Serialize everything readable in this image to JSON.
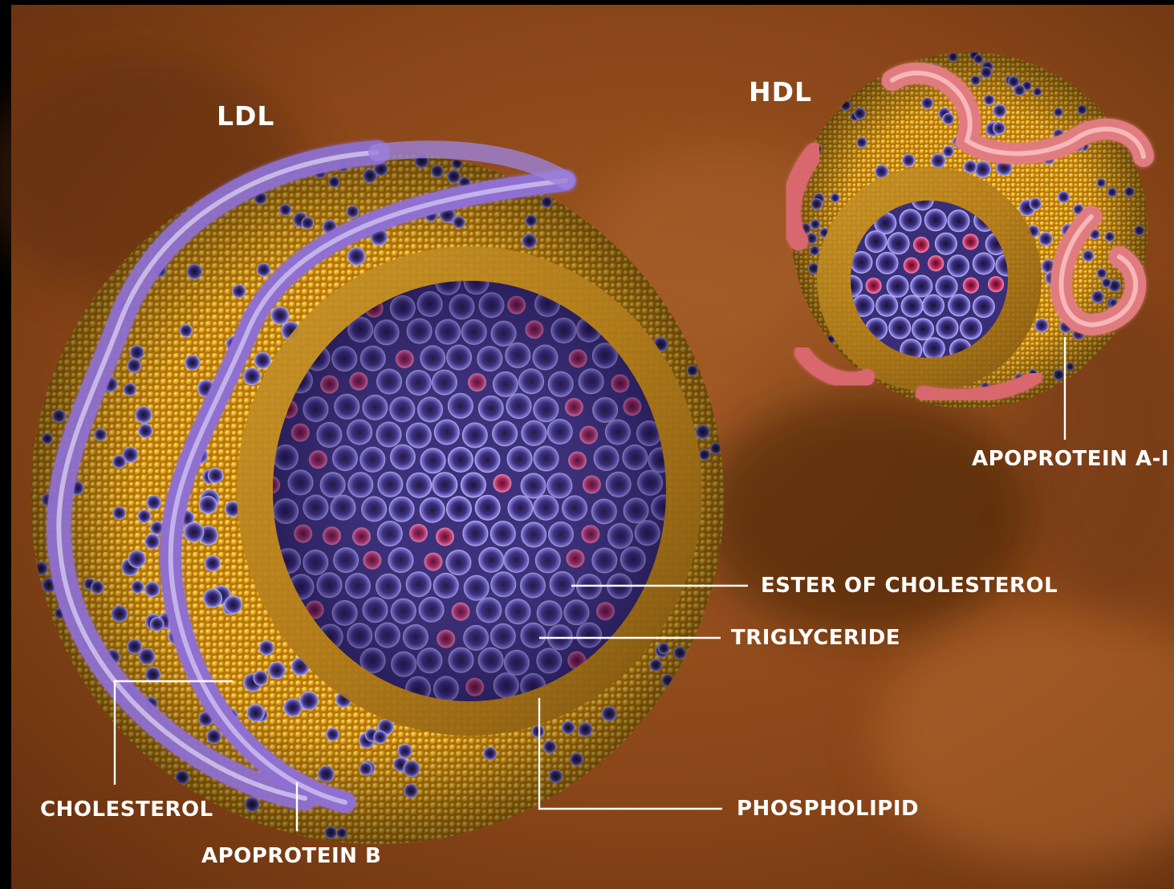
{
  "particles": {
    "ldl": {
      "title": "LDL",
      "labels": {
        "ester_of_cholesterol": "ESTER OF CHOLESTEROL",
        "triglyceride": "TRIGLYCERIDE",
        "phospholipid": "PHOSPHOLIPID",
        "cholesterol": "CHOLESTEROL",
        "apoprotein_b": "APOPROTEIN B"
      }
    },
    "hdl": {
      "title": "HDL",
      "labels": {
        "apoprotein_a1": "APOPROTEIN A-I"
      }
    }
  },
  "colors": {
    "background": "#8a4a1e",
    "phospholipid": "#f0b21e",
    "cholesterol_ester": "#4d3c9a",
    "triglyceride": "#c42a62",
    "apoprotein_b": "#8f6fd0",
    "apoprotein_a1": "#e07c80",
    "label_text": "#ffffff"
  }
}
